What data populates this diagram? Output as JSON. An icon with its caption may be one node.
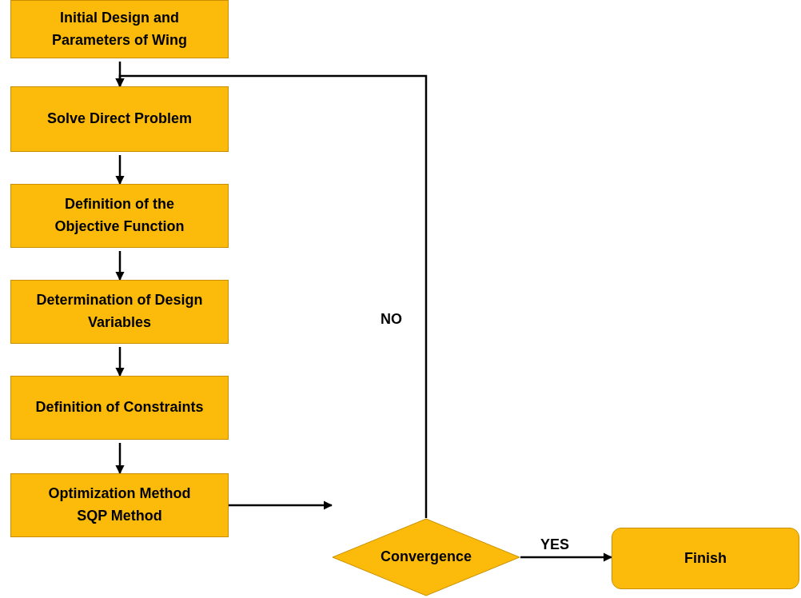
{
  "diagram": {
    "nodes": [
      {
        "text": [
          "Initial Design and Parameters of Wing"
        ]
      },
      {
        "text": [
          "Solve Direct Problem"
        ]
      },
      {
        "text": [
          "Definition of the Objective Function"
        ]
      },
      {
        "text": [
          "Determination of Design Variables"
        ]
      },
      {
        "text": [
          "Definition of Constraints"
        ]
      },
      {
        "text": [
          "Optimization Method SQP Method"
        ]
      },
      {
        "text": [
          "Convergence"
        ]
      },
      {
        "text": [
          "Finish"
        ]
      }
    ],
    "edges": [
      {
        "from": 0,
        "to": 1,
        "arrow": "to"
      },
      {
        "from": 1,
        "to": 2,
        "arrow": "to"
      },
      {
        "from": 2,
        "to": 3,
        "arrow": "to"
      },
      {
        "from": 3,
        "to": 4,
        "arrow": "to"
      },
      {
        "from": 4,
        "to": 5,
        "arrow": "to"
      },
      {
        "from": 5,
        "to": 6,
        "arrow": "to"
      },
      {
        "from": 6,
        "to": 7,
        "arrow": "to",
        "label": "YES"
      },
      {
        "from": 6,
        "to": 1,
        "arrow": "to",
        "label": "NO"
      }
    ]
  }
}
